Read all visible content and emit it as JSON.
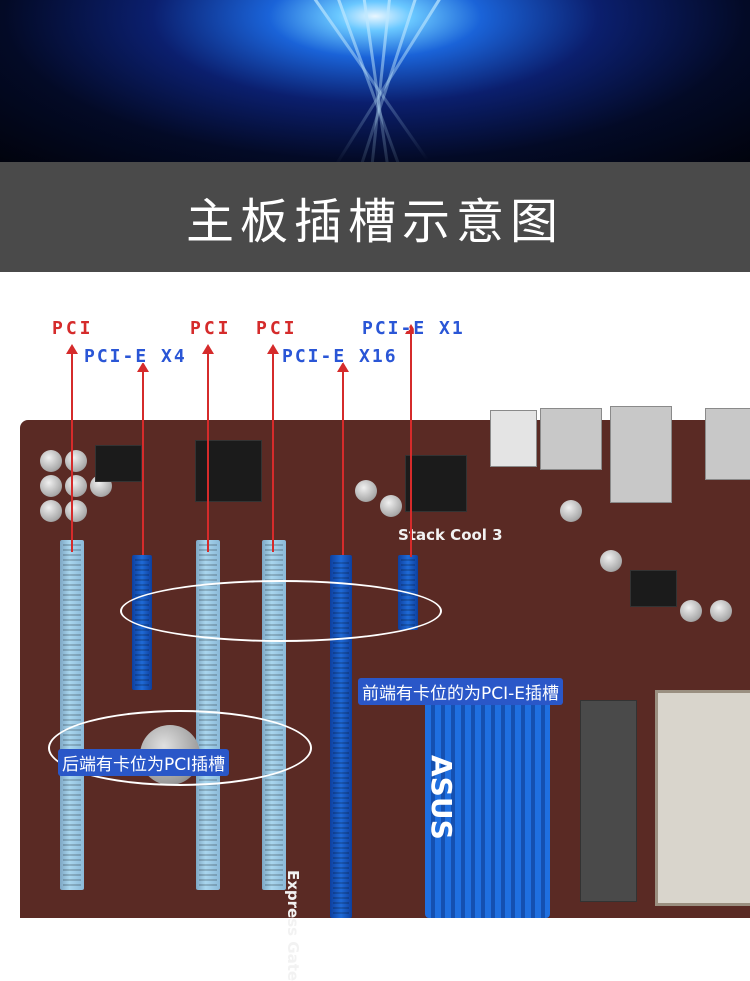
{
  "title": "主板插槽示意图",
  "labels": {
    "pci_1": "PCI",
    "pcie_x4": "PCI-E X4",
    "pci_2": "PCI",
    "pci_3": "PCI",
    "pcie_x16": "PCI-E X16",
    "pcie_x1": "PCI-E X1"
  },
  "notes": {
    "pcie_note": "前端有卡位的为PCI-E插槽",
    "pci_note": "后端有卡位为PCI插槽"
  },
  "board_text": {
    "stack_cool": "Stack Cool 3",
    "express_gate": "Express Gate",
    "brand": "ASUS"
  },
  "colors": {
    "label_red": "#d52b2b",
    "label_blue": "#2a56d6",
    "title_bar": "#4a4a4a"
  }
}
